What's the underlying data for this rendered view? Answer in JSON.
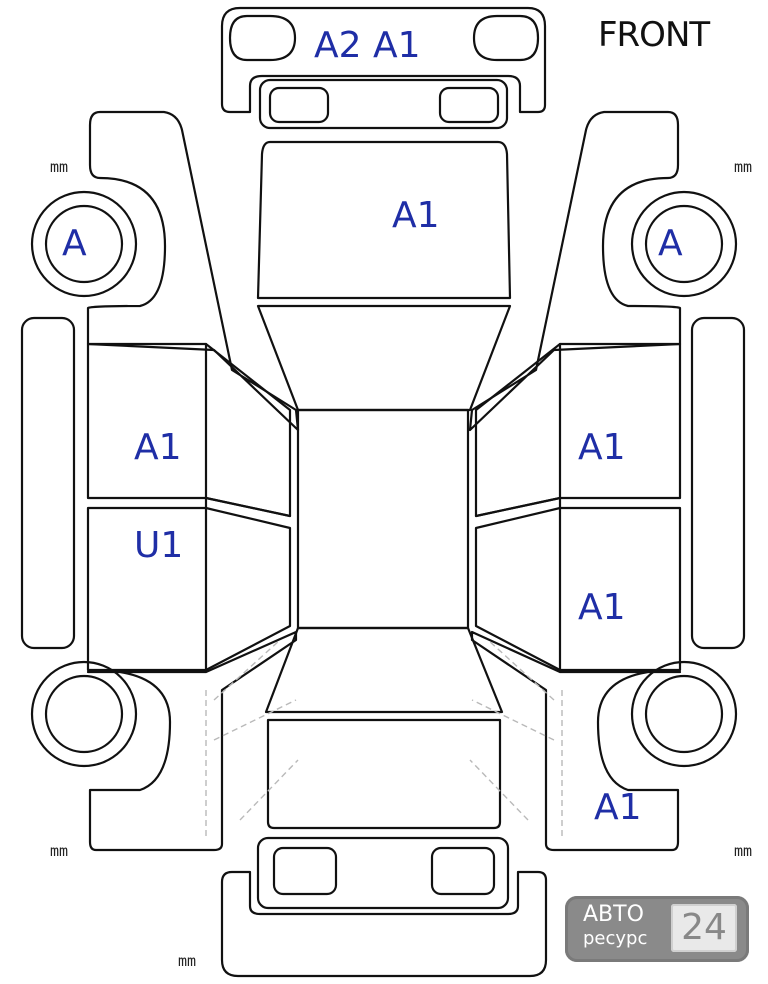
{
  "orientation_label": "FRONT",
  "damage_codes": {
    "front_bumper": "A2 A1",
    "hood": "A1",
    "left_front_wheel": "A",
    "right_front_wheel": "A",
    "left_front_door": "A1",
    "left_rear_door": "U1",
    "right_front_door": "A1",
    "right_rear_door": "A1",
    "right_rear_quarter": "A1"
  },
  "measurement_unit_labels": {
    "front_left": "mm",
    "front_right": "mm",
    "rear_left": "mm",
    "rear_right": "mm",
    "rear_bottom": "mm"
  },
  "logo": {
    "line1": "АВТО",
    "line2": "ресурс",
    "badge": "24"
  },
  "colors": {
    "code_text": "#1f2ea6",
    "tyre_fill": "#a8a8a8",
    "logo_bg": "#8a8a8a"
  }
}
